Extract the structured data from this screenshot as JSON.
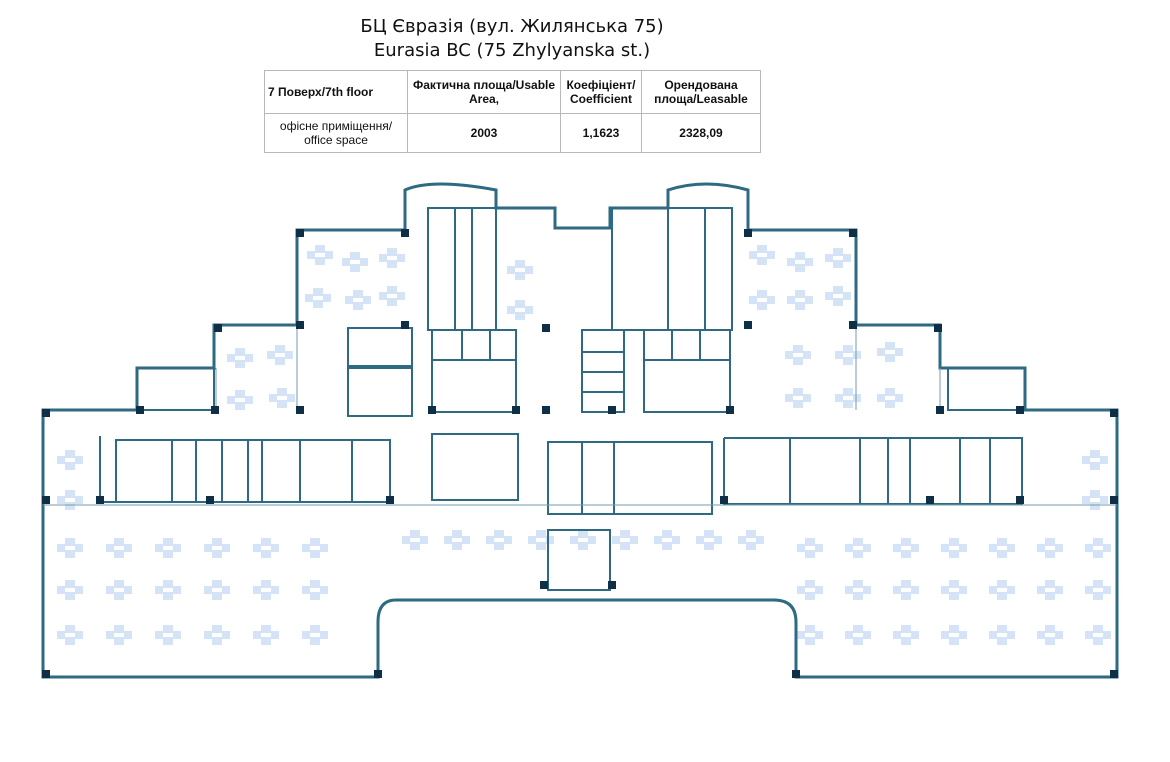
{
  "header": {
    "title_ua": "БЦ Євразія (вул. Жилянська 75)",
    "title_en": "Eurasia BC (75 Zhylyanska st.)"
  },
  "table": {
    "col1_header": "7 Поверх/7th floor",
    "col2_header": "Фактична площа/Usable Area,",
    "col3_header": "Коефіціент/ Coefficient",
    "col4_header": "Орендована площа/Leasable",
    "row_label": "офісне приміщення/ office space",
    "usable_area": "2003",
    "coefficient": "1,1623",
    "leasable_area": "2328,09"
  },
  "plan": {
    "wall_color": "#2e6a82",
    "desk_color": "#d4e3f5",
    "column_color": "#0e2f45"
  }
}
